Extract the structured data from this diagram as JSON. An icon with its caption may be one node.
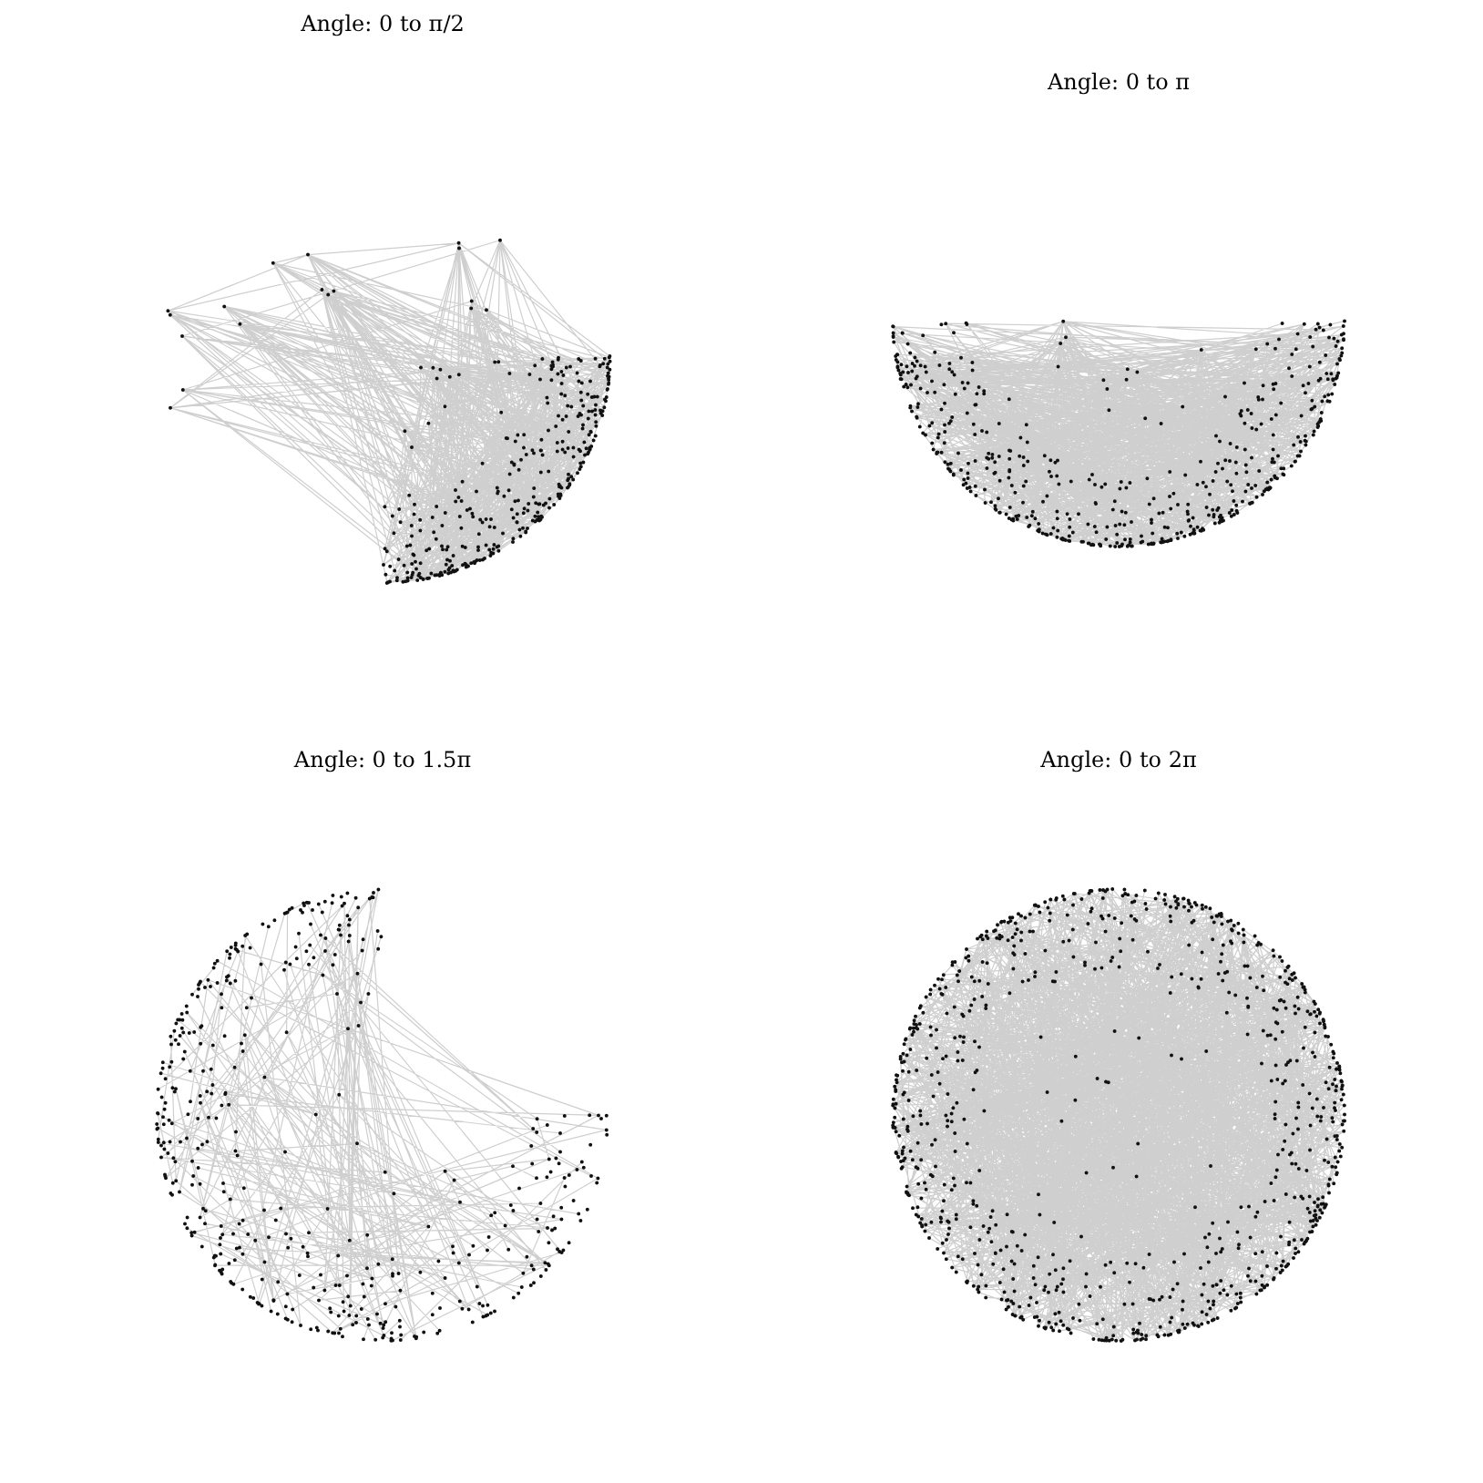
{
  "diagram": {
    "labels": [
      "Angle: 0 to π/2",
      "Angle: 0 to π",
      "Angle: 0 to 1.5π",
      "Angle: 0 to 2π"
    ]
  }
}
